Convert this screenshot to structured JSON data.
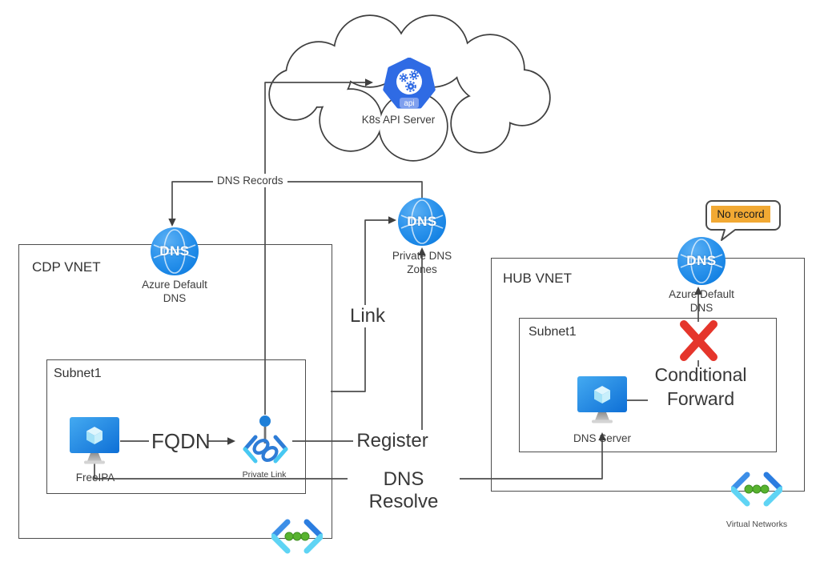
{
  "boxes": {
    "cdp_vnet": "CDP VNET",
    "cdp_subnet": "Subnet1",
    "hub_vnet": "HUB VNET",
    "hub_subnet": "Subnet1"
  },
  "labels": {
    "k8s": "K8s API Server",
    "api_badge": "api",
    "dns_text": "DNS",
    "dns_records": "DNS Records",
    "link": "Link",
    "register": "Register",
    "dns_resolve": "DNS Resolve",
    "fqdn": "FQDN",
    "conditional_l1": "Conditional",
    "conditional_l2": "Forward",
    "no_record": "No record"
  },
  "nodes": {
    "azure_default_dns_cdp": {
      "l1": "Azure Default",
      "l2": "DNS"
    },
    "private_dns_zones": {
      "l1": "Private DNS",
      "l2": "Zones"
    },
    "azure_default_dns_hub": {
      "l1": "Azure Default",
      "l2": "DNS"
    },
    "freeipa": "FreeIPA",
    "dns_server": "DNS Server",
    "private_link": "Private Link",
    "virtual_networks": "Virtual Networks"
  },
  "colors": {
    "azure_blue": "#1280e2",
    "k8s_blue": "#2f6be4",
    "bracket_blue": "#2e7cd6",
    "bracket_cyan": "#47c8f2",
    "green_dot": "#58b32f",
    "red_x": "#e5352b",
    "highlight": "#f2a933",
    "line": "#4d4d4d"
  }
}
